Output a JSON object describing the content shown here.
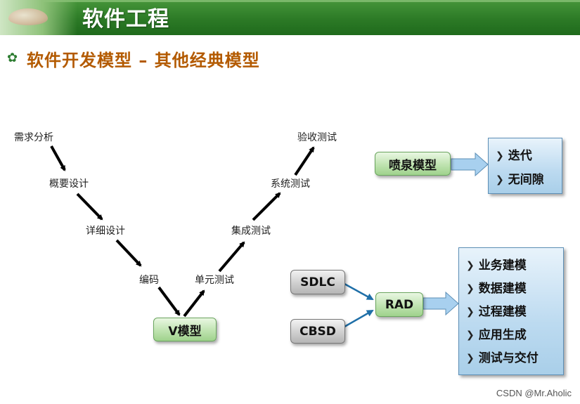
{
  "header": {
    "title": "软件工程"
  },
  "subtitle": "软件开发模型 – 其他经典模型",
  "v_model": {
    "left_steps": [
      "需求分析",
      "概要设计",
      "详细设计",
      "编码"
    ],
    "right_steps": [
      "单元测试",
      "集成测试",
      "系统测试",
      "验收测试"
    ],
    "label": "V模型"
  },
  "fountain": {
    "label": "喷泉模型",
    "items": [
      "迭代",
      "无间隙"
    ]
  },
  "rad": {
    "inputs": [
      "SDLC",
      "CBSD"
    ],
    "label": "RAD",
    "items": [
      "业务建模",
      "数据建模",
      "过程建模",
      "应用生成",
      "测试与交付"
    ]
  },
  "watermark": "CSDN @Mr.Aholic",
  "colors": {
    "header_green": "#2c7a26",
    "subtitle": "#b35a00",
    "box_green": "#bfe3b0",
    "box_gray": "#cfcfcf",
    "box_blue": "#bcdaf0",
    "arrow_blue": "#1f6fa8"
  }
}
